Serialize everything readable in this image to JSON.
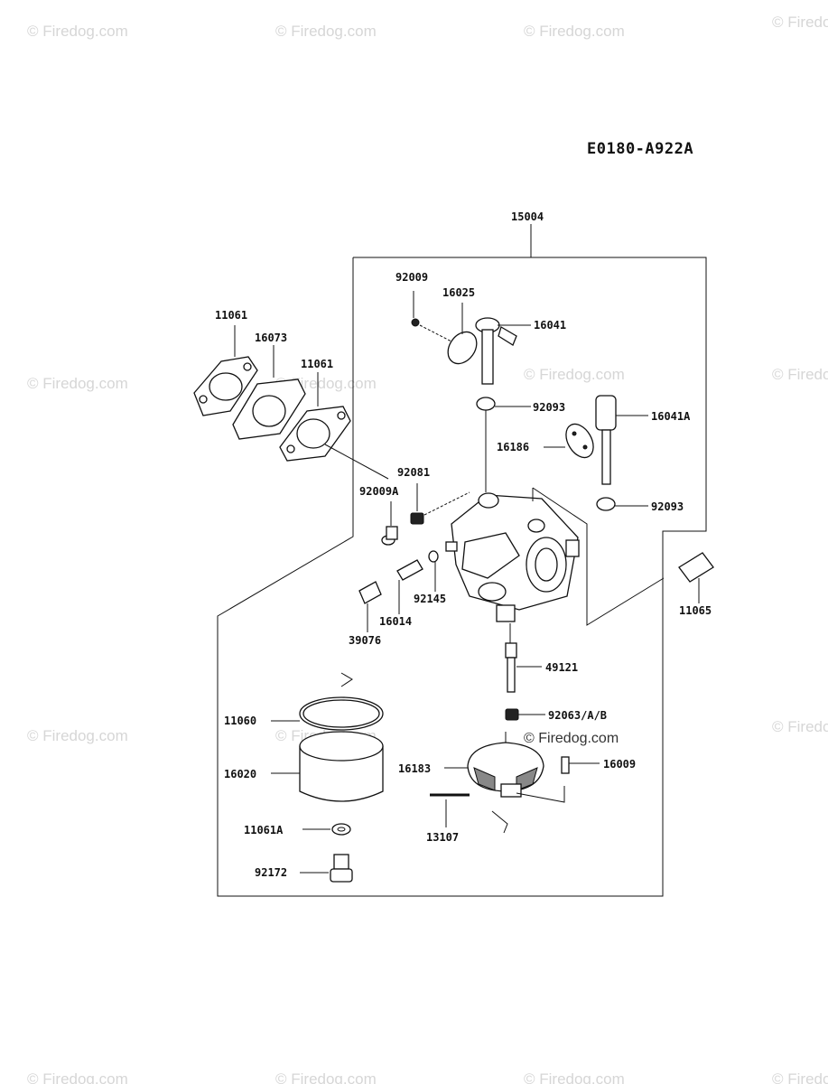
{
  "diagram_code": "E0180-A922A",
  "watermark": "© Firedog.com",
  "inline_watermark": "© Firedog.com",
  "labels": {
    "l15004": "15004",
    "l92009": "92009",
    "l16025": "16025",
    "l16041": "16041",
    "l11061_a": "11061",
    "l16073": "16073",
    "l11061_b": "11061",
    "l92093_a": "92093",
    "l16041A": "16041A",
    "l16186": "16186",
    "l92081": "92081",
    "l92009A": "92009A",
    "l92093_b": "92093",
    "l92145": "92145",
    "l16014": "16014",
    "l39076": "39076",
    "l11065": "11065",
    "l49121": "49121",
    "l92063": "92063/A/B",
    "l11060": "11060",
    "l16020": "16020",
    "l16183": "16183",
    "l16009": "16009",
    "l11061A": "11061A",
    "l13107": "13107",
    "l92172": "92172"
  }
}
